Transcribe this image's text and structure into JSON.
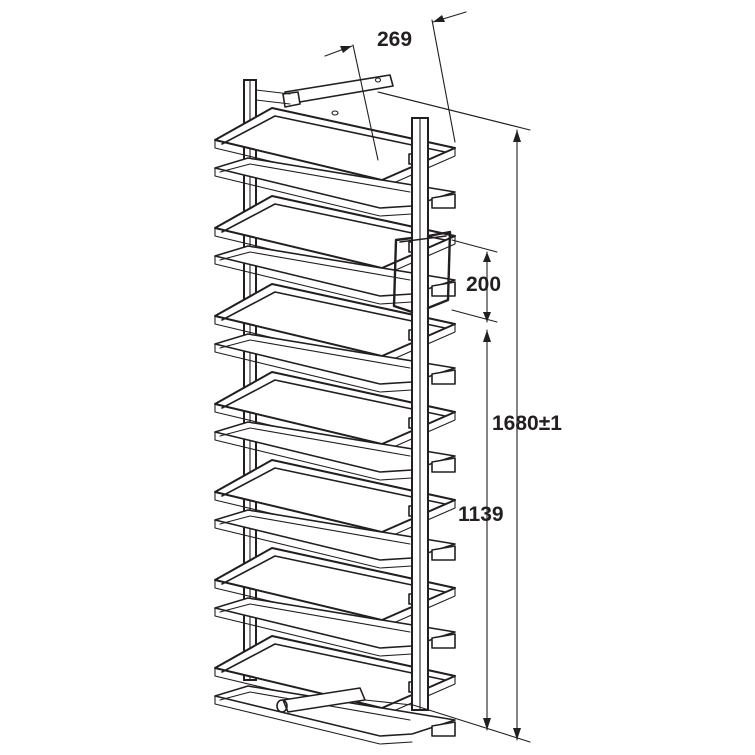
{
  "dimensions": {
    "depth": "269",
    "handle_height": "200",
    "total_height": "1680±1",
    "lower_height": "1139"
  },
  "colors": {
    "line": "#231f20",
    "background": "#ffffff"
  },
  "shelf_count": 14
}
